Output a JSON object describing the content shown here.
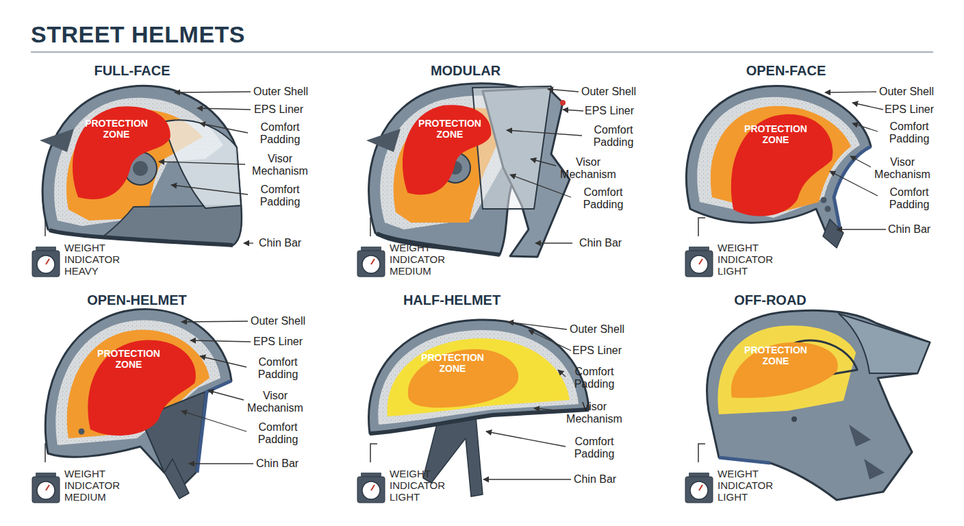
{
  "diagram": {
    "title": "STREET HELMETS",
    "nodes": [
      {
        "text": [
          "PROTECTION ZONE"
        ]
      },
      {
        "text": [
          "PROTECTION ZONE"
        ]
      },
      {
        "text": [
          "PROTECTION ZONE"
        ]
      },
      {
        "text": [
          "PROTECTION ZONE"
        ]
      },
      {
        "text": [
          "PROTECTION ZONE"
        ]
      },
      {
        "text": [
          "PROTECTION ZONE"
        ]
      }
    ],
    "labels": [
      "FULL-FACE",
      "Outer Shell",
      "EPS Liner",
      "Comfort Padding",
      "Visor Mechanism",
      "Comfort Padding",
      "Chin Bar",
      "WEIGHT INDICATOR HEAVY",
      "MODULAR",
      "Outer Shell",
      "EPS Liner",
      "Comfort Padding",
      "Visor Mechanism",
      "Comfort Padding",
      "Chin Bar",
      "WEIGHT INDICATOR MEDIUM",
      "OPEN-FACE",
      "Outer Shell",
      "EPS Liner",
      "Comfort Padding",
      "Visor Mechanism",
      "Comfort Padding",
      "Chin Bar",
      "WEIGHT INDICATOR LIGHT",
      "OPEN-HELMET",
      "Outer Shell",
      "EPS Liner",
      "Comfort Padding",
      "Visor Mechanism",
      "Comfort Padding",
      "Chin Bar",
      "WEIGHT INDICATOR MEDIUM",
      "HALF-HELMET",
      "Outer Shell",
      "EPS Liner",
      "Comfort Padding",
      "Visor Mechanism",
      "Comfort Padding",
      "Chin Bar",
      "WEIGHT INDICATOR LIGHT",
      "OFF-ROAD",
      "WEIGHT INDICATOR LIGHT"
    ]
  }
}
